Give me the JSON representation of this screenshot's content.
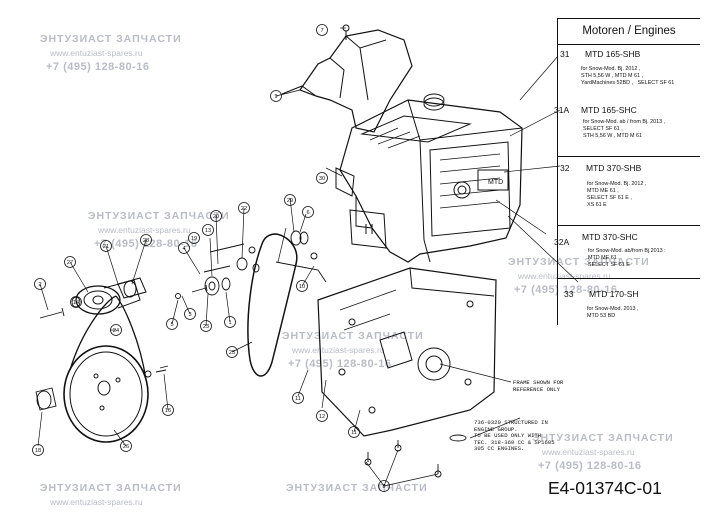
{
  "table": {
    "header": "Motoren  / Engines",
    "rows": [
      {
        "ref": "31",
        "model": "MTD 165-SHB",
        "details": "for Snow-Mod. Bj. 2012 ,\nSTH 5,56 W , MTD M 61 ,\nYardMachines 52BD ,   SELECT SF 61"
      },
      {
        "ref": "31A",
        "model": "MTD 165-SHC",
        "details": "for Snow-Mod. ab / from Bj. 2013 ,\nSELECT SF 61 ,\nSTH 5,56 W , MTD M 61"
      },
      {
        "ref": "32",
        "model": "MTD 370-SHB",
        "details": "for Snow-Mod. Bj. 2012 ,\nMTD ME 61 ,\nSELECT SF 61 E ,\nXS 61 E"
      },
      {
        "ref": "32A",
        "model": "MTD 370-SHC",
        "details": "for Snow-Mod. ab/from Bj.2013 :\nMTD ME 61 ,\nSELECT SF 61 E"
      },
      {
        "ref": "33",
        "model": "MTD 170-SH",
        "details": "for Snow-Mod. 2013 ,\nMTD 53 BD"
      }
    ]
  },
  "drawing_code": "E4-01374C-01",
  "notes": {
    "frame": "FRAME SHOWN FOR\nREFERENCE ONLY",
    "engine": "736-0320 STRUCTURED IN\nENGINE GROUP.\nTO BE USED ONLY WITH\nTEC. 318-369 CC & SP1605\n305 CC ENGINES."
  },
  "watermark": {
    "title": "ЭНТУЗИАСТ ЗАПЧАСТИ",
    "url": "www.entuziast-spares.ru",
    "phone": "+7 (495) 128-80-16"
  },
  "callouts": [
    "1",
    "2",
    "3",
    "4",
    "5",
    "6",
    "7",
    "8",
    "9",
    "10",
    "11",
    "12",
    "13",
    "14",
    "16",
    "18",
    "19",
    "20",
    "21",
    "22",
    "23",
    "24",
    "25",
    "26",
    "27",
    "28",
    "29",
    "30"
  ],
  "palette": {
    "ink": "#111111",
    "watermark": "#b9bcc6",
    "paper": "#ffffff"
  }
}
